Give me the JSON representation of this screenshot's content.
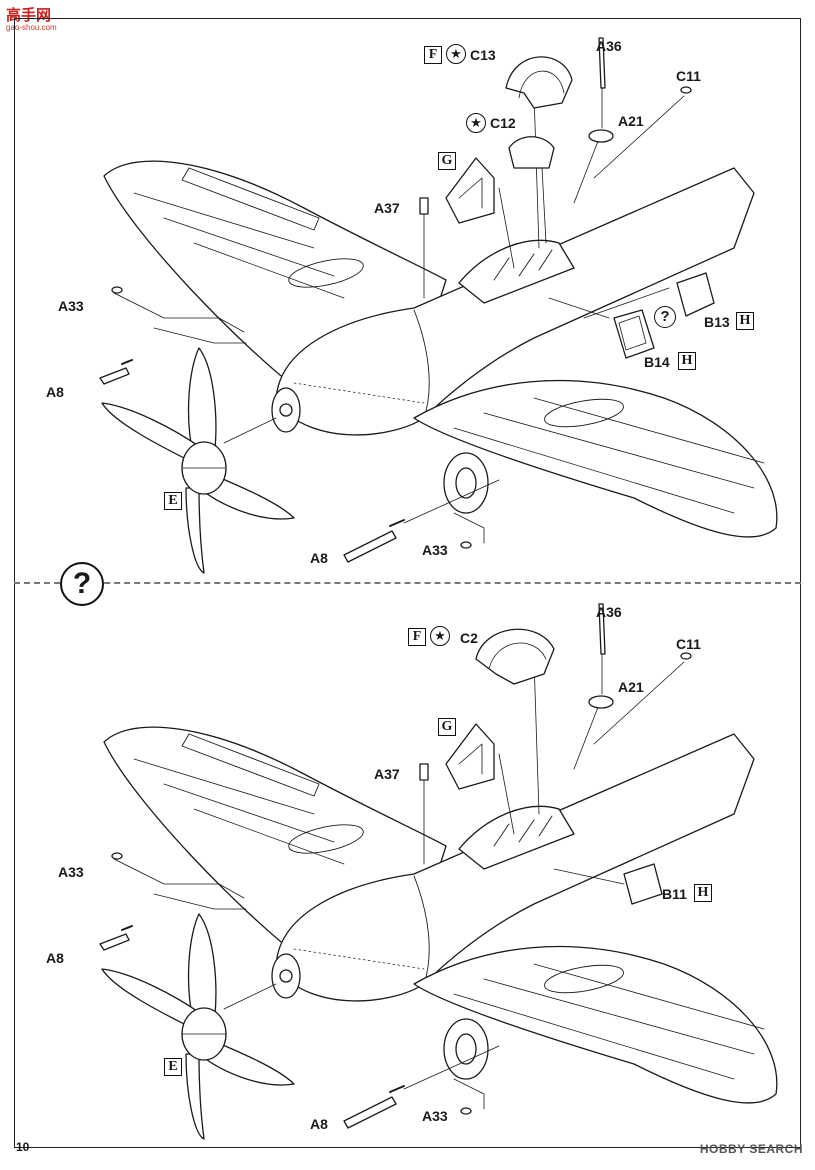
{
  "site_logo": {
    "title": "高手网",
    "subtitle": "gao-shou.com"
  },
  "watermark": "HOBBY SEARCH",
  "page_number": "10",
  "divider_symbol": "?",
  "top_panel": {
    "labels": {
      "A36": "A36",
      "C11": "C11",
      "A21": "A21",
      "C13": "C13",
      "C12": "C12",
      "A37": "A37",
      "A33_upper": "A33",
      "A8_upper": "A8",
      "A33_lower": "A33",
      "A8_lower": "A8",
      "B13": "B13",
      "B14": "B14"
    },
    "boxes": {
      "F": "F",
      "G": "G",
      "E": "E",
      "H_b13": "H",
      "H_b14": "H"
    },
    "question": "?"
  },
  "bottom_panel": {
    "labels": {
      "A36": "A36",
      "C11": "C11",
      "A21": "A21",
      "C2": "C2",
      "A37": "A37",
      "A33_upper": "A33",
      "A8_upper": "A8",
      "A33_lower": "A33",
      "A8_lower": "A8",
      "B11": "B11"
    },
    "boxes": {
      "F": "F",
      "G": "G",
      "E": "E",
      "H_b11": "H"
    }
  },
  "colors": {
    "line": "#1a1a1a",
    "dashed_divider": "#777777",
    "logo": "#c8201d"
  }
}
